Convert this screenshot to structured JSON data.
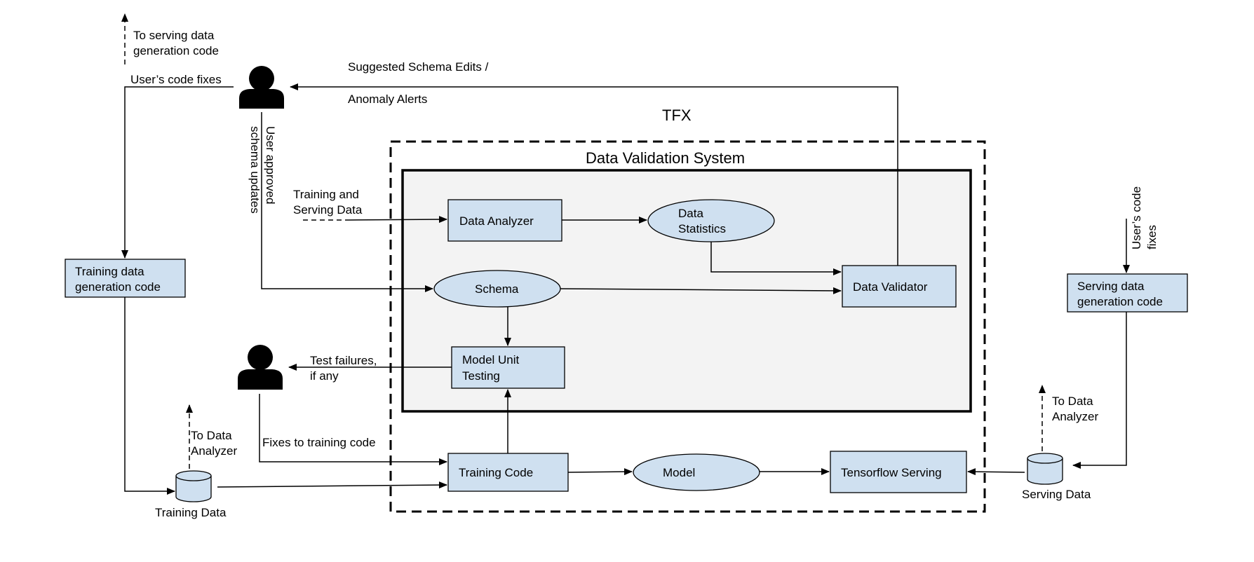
{
  "colors": {
    "box_fill": "#cfe0f0",
    "panel_fill": "#f3f3f3",
    "stroke": "#000000"
  },
  "tfx": {
    "title": "TFX"
  },
  "dvs": {
    "title": "Data Validation System"
  },
  "nodes": {
    "data_analyzer": "Data Analyzer",
    "data_statistics": [
      "Data",
      "Statistics"
    ],
    "schema": "Schema",
    "data_validator": "Data Validator",
    "model_unit_testing": [
      "Model Unit",
      "Testing"
    ],
    "training_code": "Training Code",
    "model": "Model",
    "tensorflow_serving": "Tensorflow Serving",
    "training_data_generation_code": [
      "Training data",
      "generation code"
    ],
    "serving_data_generation_code": [
      "Serving data",
      "generation code"
    ],
    "training_data": "Training Data",
    "serving_data": "Serving Data"
  },
  "labels": {
    "to_serving_data_generation_code": [
      "To serving data",
      "generation code"
    ],
    "users_code_fixes_left": "User’s code fixes",
    "suggested_schema_edits": "Suggested Schema Edits /",
    "anomaly_alerts": "Anomaly Alerts",
    "user_approved_schema_updates": [
      "User approved",
      "schema updates"
    ],
    "training_and_serving_data": [
      "Training and",
      "Serving Data"
    ],
    "test_failures": [
      "Test failures,",
      "if any"
    ],
    "fixes_to_training_code": "Fixes to training code",
    "to_data_analyzer_left": [
      "To Data",
      "Analyzer"
    ],
    "to_data_analyzer_right": [
      "To Data",
      "Analyzer"
    ],
    "users_code_fixes_right": [
      "User’s code",
      "fixes"
    ]
  },
  "icons": {
    "user_top": "person-icon",
    "user_bottom": "person-icon",
    "training_data_store": "database-icon",
    "serving_data_store": "database-icon"
  }
}
